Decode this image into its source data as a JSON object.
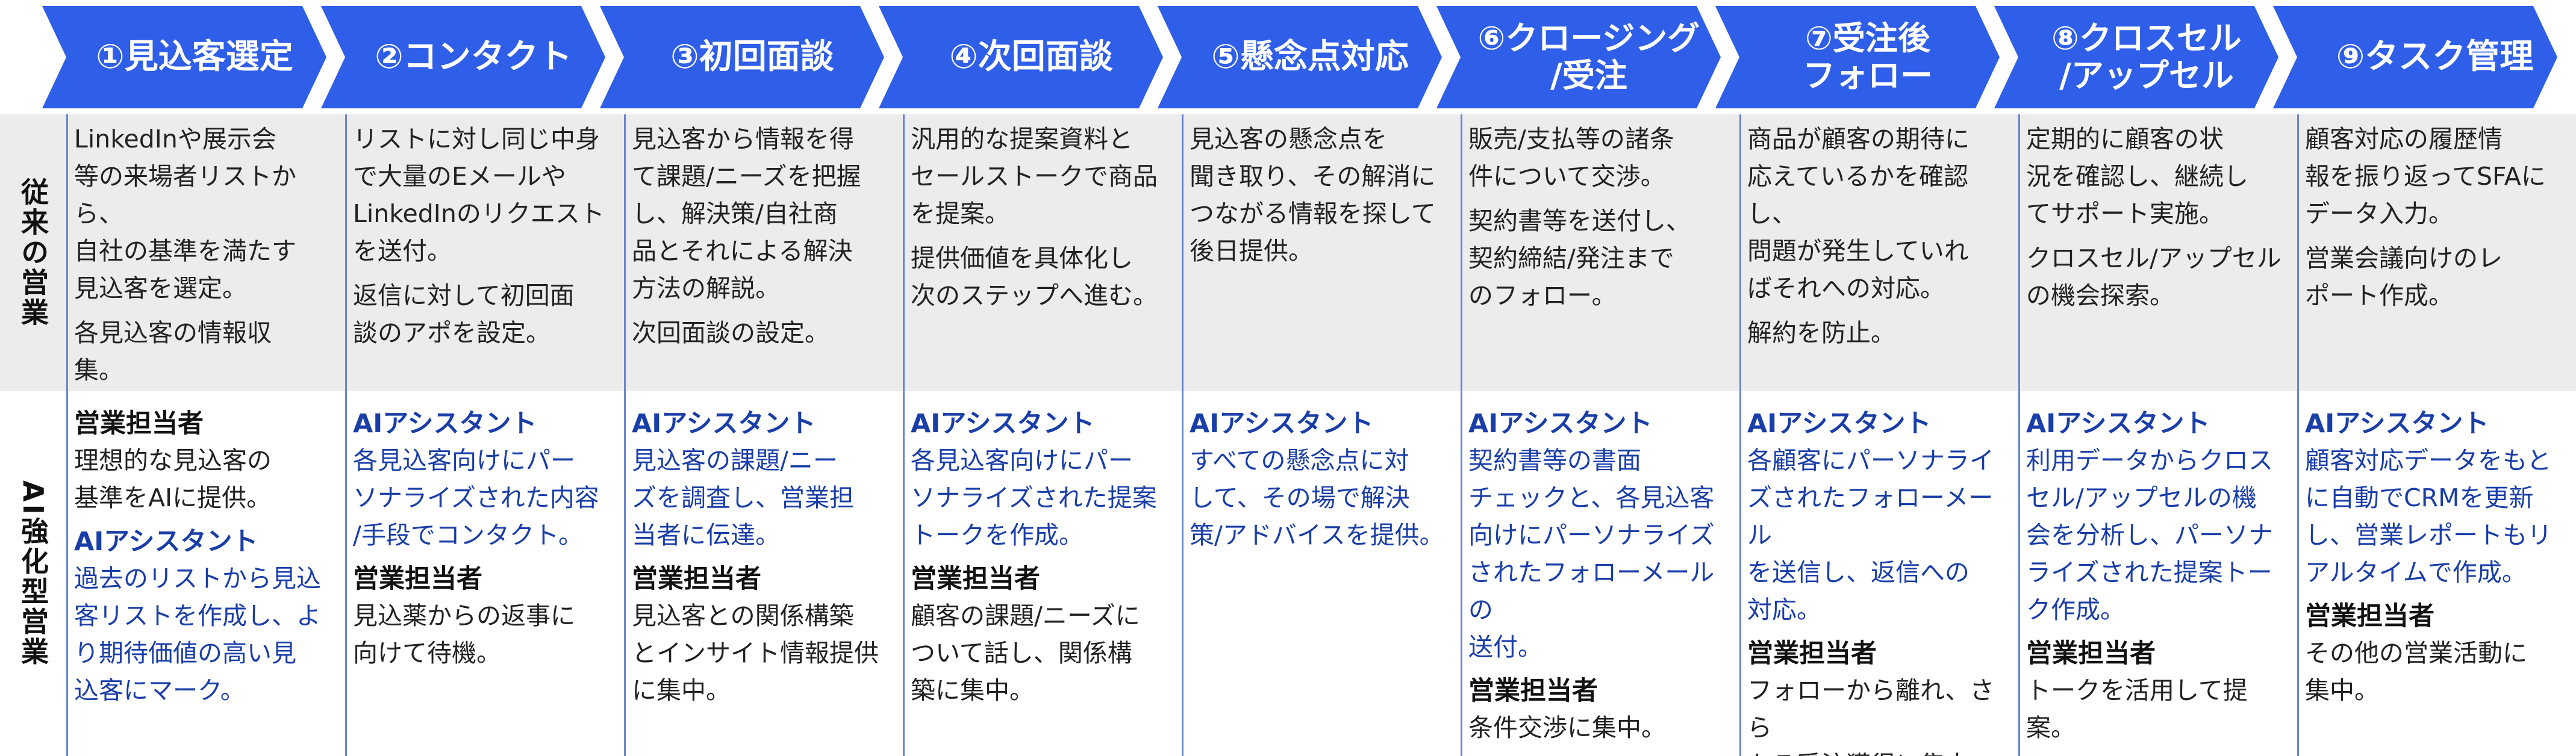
{
  "row_labels": {
    "traditional": "従来の営業",
    "ai": "AI強化型営業"
  },
  "steps": [
    {
      "label": "①見込客選定"
    },
    {
      "label": "②コンタクト"
    },
    {
      "label": "③初回面談"
    },
    {
      "label": "④次回面談"
    },
    {
      "label": "⑤懸念点対応"
    },
    {
      "label": "⑥クロージング\n/受注"
    },
    {
      "label": "⑦受注後\nフォロー"
    },
    {
      "label": "⑧クロスセル\n/アップセル"
    },
    {
      "label": "⑨タスク管理"
    }
  ],
  "traditional": [
    {
      "paragraphs": [
        "LinkedInや展示会\n等の来場者リストから、\n自社の基準を満たす\n見込客を選定。",
        "各見込客の情報収\n集。"
      ]
    },
    {
      "paragraphs": [
        "リストに対し同じ中身\nで大量のEメールや\nLinkedInのリクエスト\nを送付。",
        "返信に対して初回面\n談のアポを設定。"
      ]
    },
    {
      "paragraphs": [
        "見込客から情報を得\nて課題/ニーズを把握\nし、解決策/自社商\n品とそれによる解決\n方法の解説。",
        "次回面談の設定。"
      ]
    },
    {
      "paragraphs": [
        "汎用的な提案資料と\nセールストークで商品\nを提案。",
        "提供価値を具体化し\n次のステップへ進む。"
      ]
    },
    {
      "paragraphs": [
        "見込客の懸念点を\n聞き取り、その解消に\nつながる情報を探して\n後日提供。"
      ]
    },
    {
      "paragraphs": [
        "販売/支払等の諸条\n件について交渉。",
        "契約書等を送付し、\n契約締結/発注まで\nのフォロー。"
      ]
    },
    {
      "paragraphs": [
        "商品が顧客の期待に\n応えているかを確認し、\n問題が発生していれ\nばそれへの対応。",
        "解約を防止。"
      ]
    },
    {
      "paragraphs": [
        "定期的に顧客の状\n況を確認し、継続し\nてサポート実施。",
        "クロスセル/アップセル\nの機会探索。"
      ]
    },
    {
      "paragraphs": [
        "顧客対応の履歴情\n報を振り返ってSFAに\nデータ入力。",
        "営業会議向けのレ\nポート作成。"
      ]
    }
  ],
  "ai": [
    {
      "blocks": [
        {
          "role": "営業担当者",
          "kind": "human",
          "text": "理想的な見込客の\n基準をAIに提供。"
        },
        {
          "role": "AIアシスタント",
          "kind": "ai",
          "text": "過去のリストから見込\n客リストを作成し、よ\nり期待価値の高い見\n込客にマーク。"
        }
      ]
    },
    {
      "blocks": [
        {
          "role": "AIアシスタント",
          "kind": "ai",
          "text": "各見込客向けにパー\nソナライズされた内容\n/手段でコンタクト。"
        },
        {
          "role": "営業担当者",
          "kind": "human",
          "text": "見込薬からの返事に\n向けて待機。"
        }
      ]
    },
    {
      "blocks": [
        {
          "role": "AIアシスタント",
          "kind": "ai",
          "text": "見込客の課題/ニー\nズを調査し、営業担\n当者に伝達。"
        },
        {
          "role": "営業担当者",
          "kind": "human",
          "text": "見込客との関係構築\nとインサイト情報提供\nに集中。"
        }
      ]
    },
    {
      "blocks": [
        {
          "role": "AIアシスタント",
          "kind": "ai",
          "text": "各見込客向けにパー\nソナライズされた提案\nトークを作成。"
        },
        {
          "role": "営業担当者",
          "kind": "human",
          "text": "顧客の課題/ニーズに\nついて話し、関係構\n築に集中。"
        }
      ]
    },
    {
      "blocks": [
        {
          "role": "AIアシスタント",
          "kind": "ai",
          "text": "すべての懸念点に対\nして、その場で解決\n策/アドバイスを提供。"
        }
      ]
    },
    {
      "blocks": [
        {
          "role": "AIアシスタント",
          "kind": "ai",
          "text": "契約書等の書面\nチェックと、各見込客\n向けにパーソナライズ\nされたフォローメールの\n送付。"
        },
        {
          "role": "営業担当者",
          "kind": "human",
          "text": "条件交渉に集中。"
        }
      ]
    },
    {
      "blocks": [
        {
          "role": "AIアシスタント",
          "kind": "ai",
          "text": "各顧客にパーソナライ\nズされたフォローメール\nを送信し、返信への\n対応。"
        },
        {
          "role": "営業担当者",
          "kind": "human",
          "text": "フォローから離れ、さら\nなる受注獲得に集中。"
        }
      ]
    },
    {
      "blocks": [
        {
          "role": "AIアシスタント",
          "kind": "ai",
          "text": "利用データからクロス\nセル/アップセルの機\n会を分析し、パーソナ\nライズされた提案トー\nク作成。"
        },
        {
          "role": "営業担当者",
          "kind": "human",
          "text": "トークを活用して提案。"
        }
      ]
    },
    {
      "blocks": [
        {
          "role": "AIアシスタント",
          "kind": "ai",
          "text": "顧客対応データをもと\nに自動でCRMを更新\nし、営業レポートもリ\nアルタイムで作成。"
        },
        {
          "role": "営業担当者",
          "kind": "human",
          "text": "その他の営業活動に\n集中。"
        }
      ]
    }
  ]
}
